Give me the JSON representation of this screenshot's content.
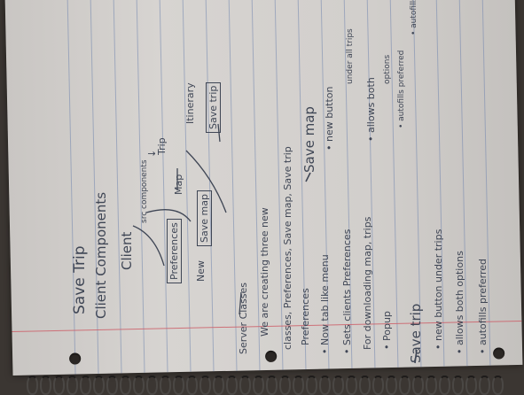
{
  "notes": {
    "title": "Save Trip",
    "subtitle": "Client Components",
    "client": "Client",
    "src_components": "src components",
    "arrow_down": "↓",
    "trip": "Trip",
    "map": "Map",
    "itinerary": "Itinerary",
    "preferences_box": "Preferences",
    "new_label": "New",
    "save_map_box": "Save map",
    "save_trip_box": "Save trip",
    "server_classes": "Server Classes",
    "server_line1": "We are creating three new",
    "server_line2": "classes, Preferences, Save map, Save trip",
    "preferences_heading": "Preferences",
    "pref_item1": "• Now tab like menu",
    "pref_item2": "• Sets clients Preferences",
    "pref_item3": "For downloading map, trips",
    "pref_item4": "• Popup",
    "save_map_heading": "Save map",
    "savemap_item1": "• new button",
    "savemap_item1b": "under all trips",
    "savemap_item2": "• allows both",
    "savemap_item2b": "options",
    "savemap_item3": "• autofills preferred",
    "savemap_item3b": "• autofills preferred",
    "save_trip_heading": "Save trip",
    "savetrip_item1": "• new button under trips",
    "savetrip_item2": "• allows both options",
    "savetrip_item3": "• autofills preferred"
  },
  "colors": {
    "ink": "#3f4655",
    "paper": "#d4d1ce",
    "margin": "#cd5f69",
    "rule": "#7387af"
  }
}
